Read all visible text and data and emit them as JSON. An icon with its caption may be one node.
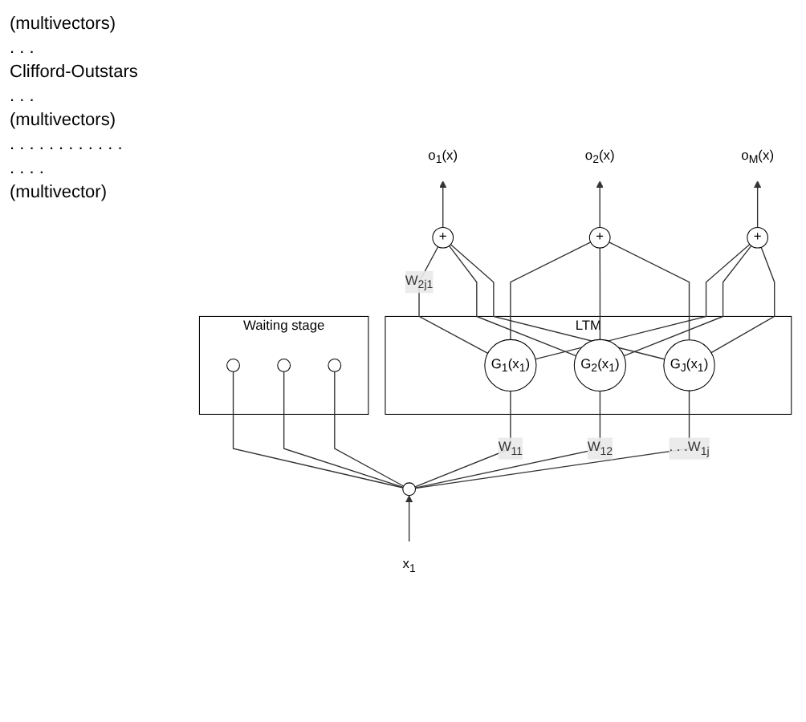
{
  "diagram": {
    "nodes": [
      {
        "text": [
          "o$_{1}$(x)"
        ]
      },
      {
        "text": [
          "o$_{2}$(x)"
        ]
      },
      {
        "text": [
          "o$_{M}$(x)"
        ]
      },
      {
        "text": [
          "+"
        ]
      },
      {
        "text": [
          "+"
        ]
      },
      {
        "text": [
          "+"
        ]
      },
      {
        "text": [
          "LTM"
        ]
      },
      {
        "text": [
          "G$_{1}$(x$_{1}$)"
        ],
        "in": 6
      },
      {
        "text": [
          "G$_{2}$(x$_{1}$)"
        ],
        "in": 6
      },
      {
        "text": [
          "G$_{J}$(x$_{1}$)"
        ],
        "in": 6
      },
      {
        "text": [],
        "shape": "circle"
      },
      {
        "text": [
          "x$_{1}$"
        ]
      },
      {
        "text": [
          "Waiting stage"
        ]
      },
      {
        "text": [],
        "shape": "circle",
        "in": 12
      },
      {
        "text": [],
        "shape": "circle",
        "in": 12
      },
      {
        "text": [],
        "shape": "circle",
        "in": 12
      }
    ],
    "edges": [
      {
        "from": 3,
        "to": 0,
        "arrow": "to"
      },
      {
        "from": 4,
        "to": 1,
        "arrow": "to"
      },
      {
        "from": 5,
        "to": 2,
        "arrow": "to"
      },
      {
        "from": 7,
        "to": 3,
        "arrow": "none",
        "label": "W$_{2j1}$"
      },
      {
        "from": 7,
        "to": 4,
        "arrow": "none"
      },
      {
        "from": 7,
        "to": 5,
        "arrow": "none"
      },
      {
        "from": 8,
        "to": 3,
        "arrow": "none"
      },
      {
        "from": 8,
        "to": 4,
        "arrow": "none"
      },
      {
        "from": 8,
        "to": 5,
        "arrow": "none"
      },
      {
        "from": 9,
        "to": 3,
        "arrow": "none"
      },
      {
        "from": 9,
        "to": 4,
        "arrow": "none"
      },
      {
        "from": 9,
        "to": 5,
        "arrow": "none"
      },
      {
        "from": 10,
        "to": 7,
        "arrow": "none",
        "label": "W$_{11}$"
      },
      {
        "from": 10,
        "to": 8,
        "arrow": "none",
        "label": "W$_{12}$"
      },
      {
        "from": 10,
        "to": 9,
        "arrow": "none",
        "label": ". . .W$_{1j}$"
      },
      {
        "from": 11,
        "to": 10,
        "arrow": "to"
      },
      {
        "from": 10,
        "to": 13,
        "arrow": "none"
      },
      {
        "from": 10,
        "to": 14,
        "arrow": "none"
      },
      {
        "from": 10,
        "to": 15,
        "arrow": "none"
      }
    ],
    "labels": [
      "(multivectors)",
      ". . .",
      "Clifford-Outstars",
      ". . .",
      "(multivectors)",
      ". . . . . . . . . . . .",
      ". . . .",
      "(multivector)"
    ]
  }
}
